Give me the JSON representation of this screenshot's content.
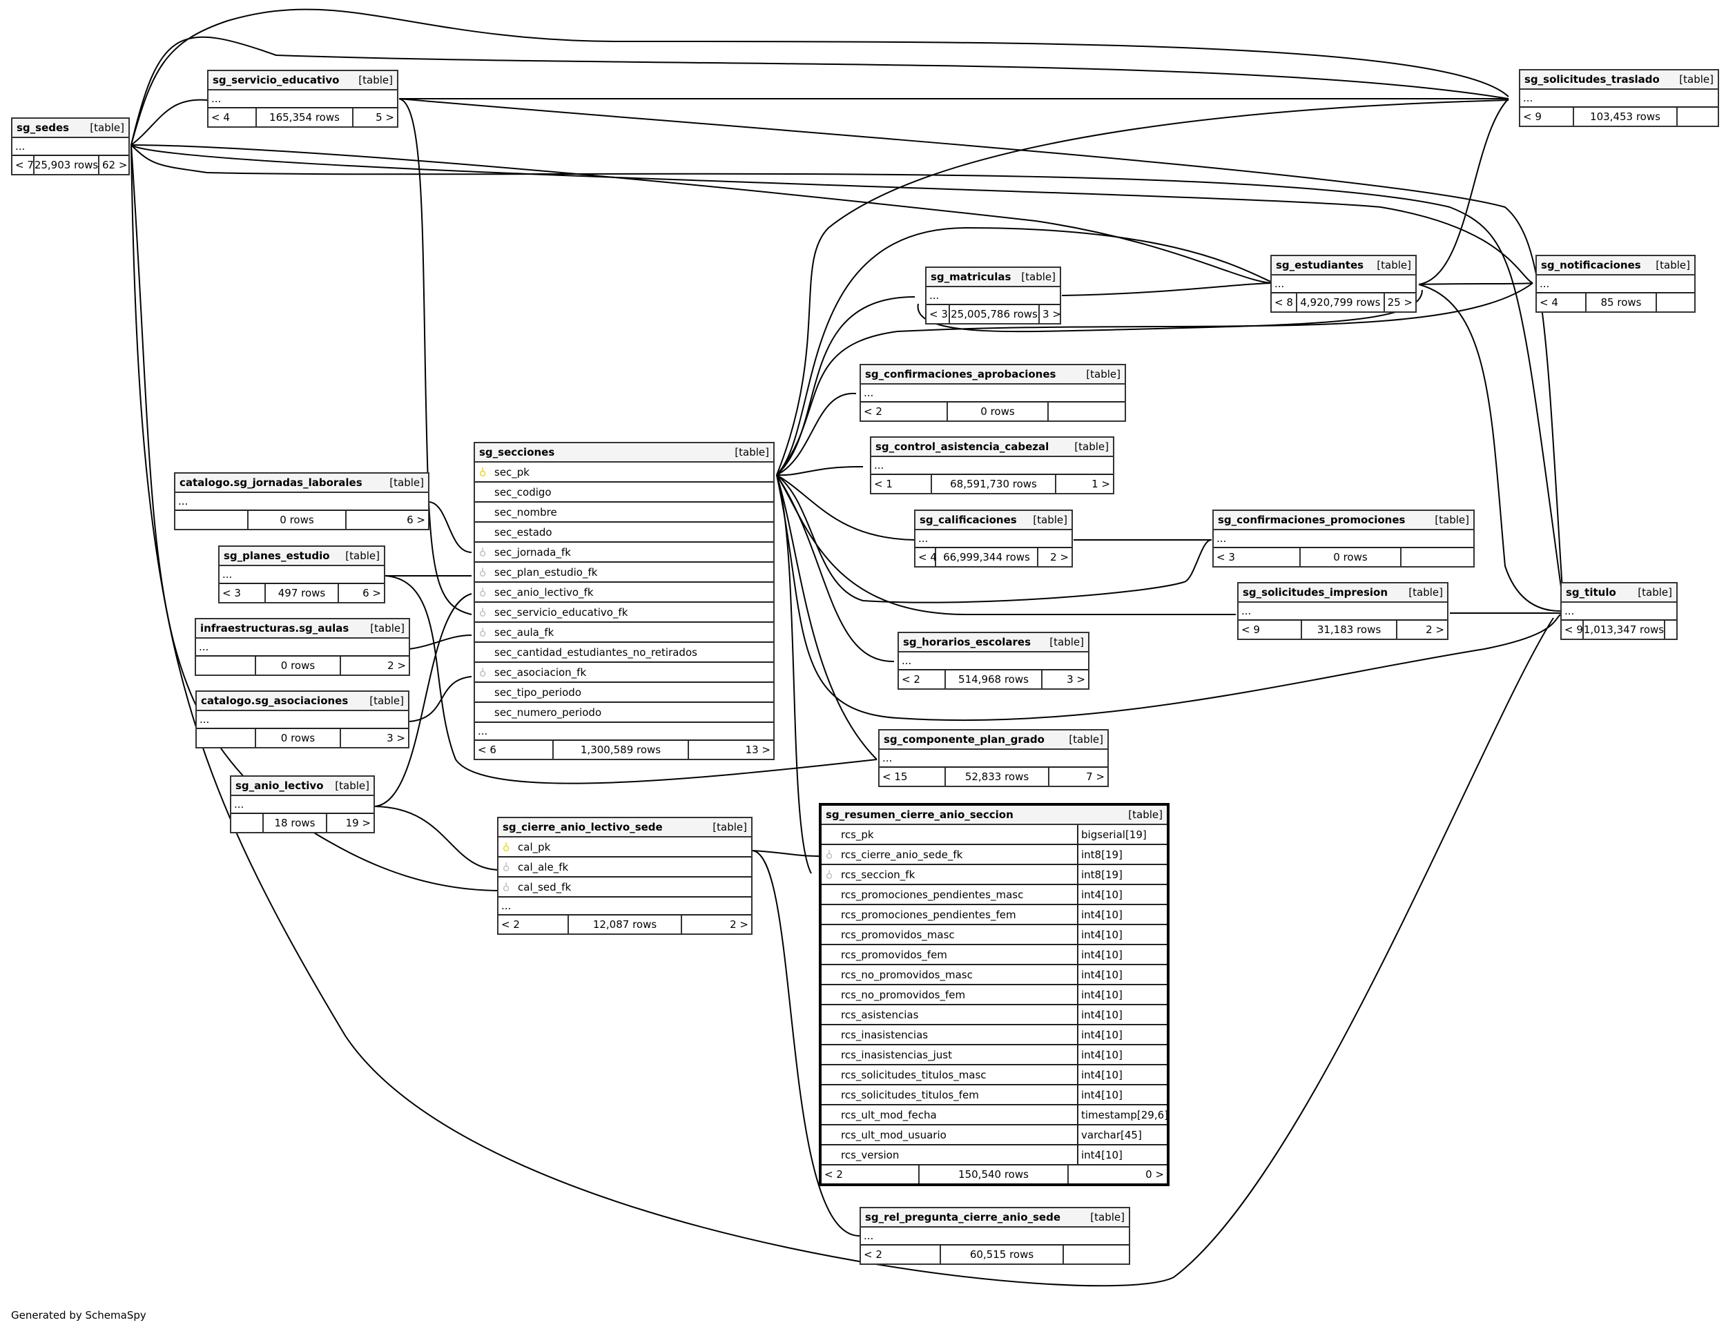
{
  "footer": "Generated by SchemaSpy",
  "type_label": "[table]",
  "ellipsis": "...",
  "tables": {
    "sg_sedes": {
      "name": "sg_sedes",
      "parents": "< 7",
      "rows": "25,903 rows",
      "children": "62 >"
    },
    "sg_servicio_educativo": {
      "name": "sg_servicio_educativo",
      "parents": "< 4",
      "rows": "165,354 rows",
      "children": "5 >"
    },
    "sg_solicitudes_traslado": {
      "name": "sg_solicitudes_traslado",
      "parents": "< 9",
      "rows": "103,453 rows",
      "children": ""
    },
    "sg_matriculas": {
      "name": "sg_matriculas",
      "parents": "< 3",
      "rows": "25,005,786 rows",
      "children": "3 >"
    },
    "sg_estudiantes": {
      "name": "sg_estudiantes",
      "parents": "< 8",
      "rows": "4,920,799 rows",
      "children": "25 >"
    },
    "sg_notificaciones": {
      "name": "sg_notificaciones",
      "parents": "< 4",
      "rows": "85 rows",
      "children": ""
    },
    "sg_confirmaciones_aprobaciones": {
      "name": "sg_confirmaciones_aprobaciones",
      "parents": "< 2",
      "rows": "0 rows",
      "children": ""
    },
    "sg_control_asistencia_cabezal": {
      "name": "sg_control_asistencia_cabezal",
      "parents": "< 1",
      "rows": "68,591,730 rows",
      "children": "1 >"
    },
    "sg_calificaciones": {
      "name": "sg_calificaciones",
      "parents": "< 4",
      "rows": "66,999,344 rows",
      "children": "2 >"
    },
    "sg_confirmaciones_promociones": {
      "name": "sg_confirmaciones_promociones",
      "parents": "< 3",
      "rows": "0 rows",
      "children": ""
    },
    "sg_solicitudes_impresion": {
      "name": "sg_solicitudes_impresion",
      "parents": "< 9",
      "rows": "31,183 rows",
      "children": "2 >"
    },
    "sg_titulo": {
      "name": "sg_titulo",
      "parents": "< 9",
      "rows": "1,013,347 rows",
      "children": ""
    },
    "sg_horarios_escolares": {
      "name": "sg_horarios_escolares",
      "parents": "< 2",
      "rows": "514,968 rows",
      "children": "3 >"
    },
    "sg_componente_plan_grado": {
      "name": "sg_componente_plan_grado",
      "parents": "< 15",
      "rows": "52,833 rows",
      "children": "7 >"
    },
    "catalogo_sg_jornadas_laborales": {
      "name": "catalogo.sg_jornadas_laborales",
      "parents": "",
      "rows": "0 rows",
      "children": "6 >"
    },
    "sg_planes_estudio": {
      "name": "sg_planes_estudio",
      "parents": "< 3",
      "rows": "497 rows",
      "children": "6 >"
    },
    "infraestructuras_sg_aulas": {
      "name": "infraestructuras.sg_aulas",
      "parents": "",
      "rows": "0 rows",
      "children": "2 >"
    },
    "catalogo_sg_asociaciones": {
      "name": "catalogo.sg_asociaciones",
      "parents": "",
      "rows": "0 rows",
      "children": "3 >"
    },
    "sg_anio_lectivo": {
      "name": "sg_anio_lectivo",
      "parents": "",
      "rows": "18 rows",
      "children": "19 >"
    },
    "sg_secciones": {
      "name": "sg_secciones",
      "parents": "< 6",
      "rows": "1,300,589 rows",
      "children": "13 >",
      "columns": [
        {
          "name": "sec_pk",
          "key": "pk"
        },
        {
          "name": "sec_codigo",
          "key": ""
        },
        {
          "name": "sec_nombre",
          "key": ""
        },
        {
          "name": "sec_estado",
          "key": ""
        },
        {
          "name": "sec_jornada_fk",
          "key": "fk"
        },
        {
          "name": "sec_plan_estudio_fk",
          "key": "fk"
        },
        {
          "name": "sec_anio_lectivo_fk",
          "key": "fk"
        },
        {
          "name": "sec_servicio_educativo_fk",
          "key": "fk"
        },
        {
          "name": "sec_aula_fk",
          "key": "fk"
        },
        {
          "name": "sec_cantidad_estudiantes_no_retirados",
          "key": ""
        },
        {
          "name": "sec_asociacion_fk",
          "key": "fk"
        },
        {
          "name": "sec_tipo_periodo",
          "key": ""
        },
        {
          "name": "sec_numero_periodo",
          "key": ""
        }
      ]
    },
    "sg_cierre_anio_lectivo_sede": {
      "name": "sg_cierre_anio_lectivo_sede",
      "parents": "< 2",
      "rows": "12,087 rows",
      "children": "2 >",
      "columns": [
        {
          "name": "cal_pk",
          "key": "pk"
        },
        {
          "name": "cal_ale_fk",
          "key": "fk"
        },
        {
          "name": "cal_sed_fk",
          "key": "fk"
        }
      ]
    },
    "sg_resumen_cierre_anio_seccion": {
      "name": "sg_resumen_cierre_anio_seccion",
      "parents": "< 2",
      "rows": "150,540 rows",
      "children": "0 >",
      "columns": [
        {
          "name": "rcs_pk",
          "key": "",
          "type": "bigserial[19]"
        },
        {
          "name": "rcs_cierre_anio_sede_fk",
          "key": "fk",
          "type": "int8[19]"
        },
        {
          "name": "rcs_seccion_fk",
          "key": "fk",
          "type": "int8[19]"
        },
        {
          "name": "rcs_promociones_pendientes_masc",
          "key": "",
          "type": "int4[10]"
        },
        {
          "name": "rcs_promociones_pendientes_fem",
          "key": "",
          "type": "int4[10]"
        },
        {
          "name": "rcs_promovidos_masc",
          "key": "",
          "type": "int4[10]"
        },
        {
          "name": "rcs_promovidos_fem",
          "key": "",
          "type": "int4[10]"
        },
        {
          "name": "rcs_no_promovidos_masc",
          "key": "",
          "type": "int4[10]"
        },
        {
          "name": "rcs_no_promovidos_fem",
          "key": "",
          "type": "int4[10]"
        },
        {
          "name": "rcs_asistencias",
          "key": "",
          "type": "int4[10]"
        },
        {
          "name": "rcs_inasistencias",
          "key": "",
          "type": "int4[10]"
        },
        {
          "name": "rcs_inasistencias_just",
          "key": "",
          "type": "int4[10]"
        },
        {
          "name": "rcs_solicitudes_titulos_masc",
          "key": "",
          "type": "int4[10]"
        },
        {
          "name": "rcs_solicitudes_titulos_fem",
          "key": "",
          "type": "int4[10]"
        },
        {
          "name": "rcs_ult_mod_fecha",
          "key": "",
          "type": "timestamp[29,6]"
        },
        {
          "name": "rcs_ult_mod_usuario",
          "key": "",
          "type": "varchar[45]"
        },
        {
          "name": "rcs_version",
          "key": "",
          "type": "int4[10]"
        }
      ]
    },
    "sg_rel_pregunta_cierre_anio_sede": {
      "name": "sg_rel_pregunta_cierre_anio_sede",
      "parents": "< 2",
      "rows": "60,515 rows",
      "children": ""
    }
  },
  "key_icons": {
    "pk": "primary-key-icon",
    "fk": "foreign-key-icon"
  }
}
